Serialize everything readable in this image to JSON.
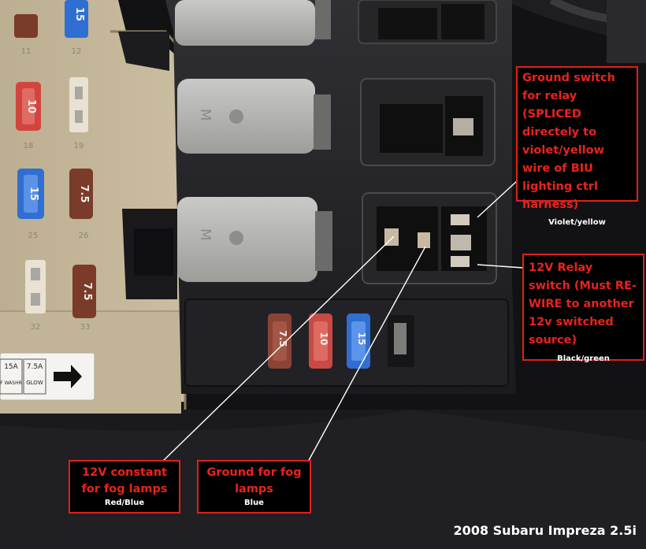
{
  "callouts": {
    "ground_switch": {
      "text": "Ground switch for relay (SPLICED directely to violet/yellow wire of BIU lighting ctrl harness)",
      "wire": "Violet/yellow"
    },
    "relay_switch": {
      "text": "12V Relay switch (Must RE-WIRE to another 12v switched source)",
      "wire": "Black/green"
    },
    "constant": {
      "text": "12V constant for fog lamps",
      "wire": "Red/Blue"
    },
    "ground_fog": {
      "text": "Ground for fog lamps",
      "wire": "Blue"
    }
  },
  "caption": "2008 Subaru Impreza 2.5i",
  "fuse_panel": {
    "fuses": [
      {
        "amp": "15",
        "color": "#2f6fd1"
      },
      {
        "amp": "10",
        "color": "#d2453f"
      },
      {
        "amp": "15",
        "color": "#2f6fd1"
      },
      {
        "amp": "7.5",
        "color": "#7a3b2a"
      },
      {
        "amp": "7.5",
        "color": "#7a3b2a"
      }
    ],
    "slot_numbers": [
      "11",
      "12",
      "18",
      "19",
      "25",
      "26",
      "32",
      "33"
    ],
    "label_card": {
      "ratings": [
        "15A",
        "7.5A"
      ],
      "names": [
        "F WASHR",
        "GLOW"
      ]
    }
  },
  "box_fuses": [
    "7.5",
    "10",
    "15"
  ],
  "colors": {
    "callout_border": "#e0201c",
    "callout_text": "#e8231c",
    "wire_text": "#ffffff",
    "pointer_line": "#ffffff"
  }
}
